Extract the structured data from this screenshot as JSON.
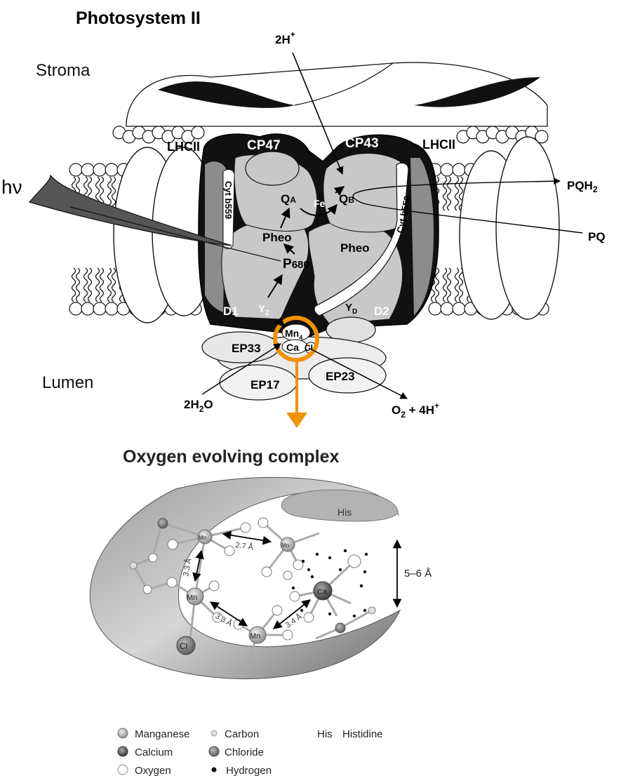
{
  "title": "Photosystem II",
  "regions": {
    "stroma": "Stroma",
    "lumen": "Lumen"
  },
  "light": "hν",
  "proton_top": {
    "base": "2H",
    "sup": "+"
  },
  "proteins": {
    "lhcii_left": "LHCII",
    "lhcii_right": "LHCII",
    "cp47": "CP47",
    "cp43": "CP43",
    "cyt_left": "Cyt b559",
    "cyt_right": "Cyt b559",
    "d1": "D1",
    "d2": "D2",
    "ep33": "EP33",
    "ep17": "EP17",
    "ep23": "EP23"
  },
  "cofactors": {
    "qa": {
      "base": "Q",
      "sub": "A"
    },
    "qb": {
      "base": "Q",
      "sub": "B"
    },
    "fe": "Fe",
    "pheo_left": "Pheo",
    "pheo_right": "Pheo",
    "p680": {
      "base": "P",
      "sub": "680"
    },
    "yz": {
      "base": "Y",
      "sub": "Z"
    },
    "yd": {
      "base": "Y",
      "sub": "D"
    },
    "mn4": {
      "base": "Mn",
      "sub": "4"
    },
    "ca": "Ca",
    "cl": "Cl"
  },
  "substrates": {
    "pqh2": {
      "base": "PQH",
      "sub": "2"
    },
    "pq": "PQ",
    "water": {
      "a": "2H",
      "sub": "2",
      "b": "O"
    },
    "oxygen": {
      "a": "O",
      "sub": "2",
      "b": " + 4H",
      "sup": "+"
    }
  },
  "oec": {
    "title": "Oxygen evolving complex",
    "his": "His",
    "mn": "Mn",
    "ca": "Ca",
    "cl": "Cl",
    "d1": "2.7 Å",
    "d2": "3.3 Å",
    "d3": "3.3 Å",
    "d4": "3.4 Å",
    "d5": "5–6 Å"
  },
  "legend": {
    "manganese": "Manganese",
    "carbon": "Carbon",
    "his_abbr": "His",
    "histidine": "Histidine",
    "calcium": "Calcium",
    "chloride": "Chloride",
    "oxygen": "Oxygen",
    "hydrogen": "Hydrogen"
  },
  "colors": {
    "highlight": "#f39200",
    "protein_light": "#c8c8c8",
    "protein_dark": "#111111"
  }
}
